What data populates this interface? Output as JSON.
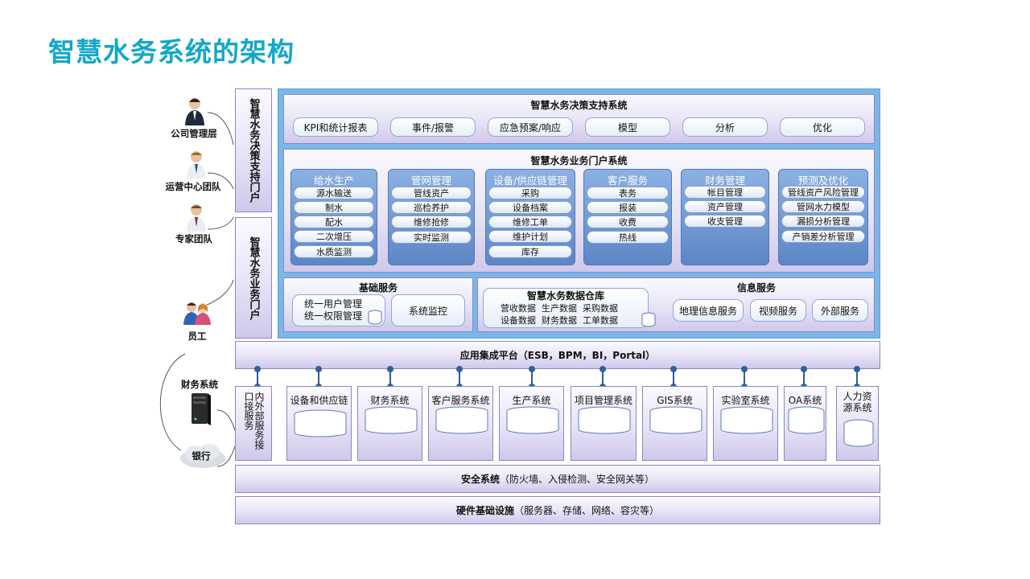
{
  "title": "智慧水务系统的架构",
  "users": [
    {
      "label": "公司管理层",
      "icon": "manager-person-icon"
    },
    {
      "label": "运营中心团队",
      "icon": "ops-person-icon"
    },
    {
      "label": "专家团队",
      "icon": "expert-person-icon"
    },
    {
      "label": "员工",
      "icon": "employees-group-icon"
    }
  ],
  "external": {
    "finance": "财务系统",
    "bank": "银行"
  },
  "portals": {
    "decision": "智慧水务决策支持门户",
    "business": "智慧水务业务门户"
  },
  "decision_system": {
    "title": "智慧水务决策支持系统",
    "items": [
      "KPI和统计报表",
      "事件/报警",
      "应急预案/响应",
      "模型",
      "分析",
      "优化"
    ]
  },
  "business_portal": {
    "title": "智慧水务业务门户系统",
    "columns": [
      {
        "title": "给水生产",
        "items": [
          "源水输送",
          "制水",
          "配水",
          "二次增压",
          "水质监测"
        ]
      },
      {
        "title": "管网管理",
        "items": [
          "管线资产",
          "巡检养护",
          "维修抢修",
          "实时监测"
        ]
      },
      {
        "title": "设备/供应链管理",
        "items": [
          "采购",
          "设备档案",
          "维修工单",
          "维护计划",
          "库存"
        ]
      },
      {
        "title": "客户服务",
        "items": [
          "表务",
          "报装",
          "收费",
          "热线"
        ]
      },
      {
        "title": "财务管理",
        "items": [
          "帐目管理",
          "资产管理",
          "收支管理"
        ]
      },
      {
        "title": "预测及优化",
        "items": [
          "管线资产风险管理",
          "管网水力模型",
          "漏损分析管理",
          "产销差分析管理"
        ]
      }
    ]
  },
  "basic_services": {
    "title": "基础服务",
    "user_mgmt": [
      "统一用户管理",
      "统一权限管理"
    ],
    "monitor": "系统监控"
  },
  "data_warehouse": {
    "title": "智慧水务数据仓库",
    "rows": [
      "营收数据  生产数据  采购数据",
      "设备数据  财务数据  工单数据"
    ]
  },
  "info_services": {
    "title": "信息服务",
    "items": [
      "地理信息服务",
      "视频服务",
      "外部服务"
    ]
  },
  "integration": "应用集成平台（ESB，BPM，BI，Portal）",
  "interface": "内外部服务接口接服务",
  "systems": [
    "设备和供应链",
    "财务系统",
    "客户服务系统",
    "生产系统",
    "项目管理系统",
    "GIS系统",
    "实验室系统",
    "OA系统",
    "人力资源系统"
  ],
  "security": "安全系统（防火墙、入侵检测、安全网关等）",
  "hardware": "硬件基础设施（服务器、存储、网络、容灾等）",
  "colors": {
    "title": "#13a7c9",
    "frame": "#7ab7e9",
    "column": "#5d86c6",
    "lavender": "#e7e3f6"
  }
}
